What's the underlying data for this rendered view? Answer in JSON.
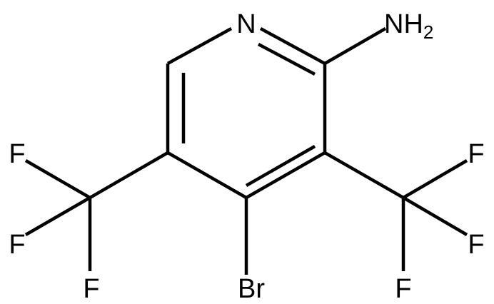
{
  "molecule": {
    "atoms": {
      "ring_nitrogen": "N",
      "amine": "NH",
      "amine_subscript": "2",
      "bromine": "Br",
      "fluorine_left_top": "F",
      "fluorine_left_middle": "F",
      "fluorine_left_bottom": "F",
      "fluorine_right_top": "F",
      "fluorine_right_middle": "F",
      "fluorine_right_bottom": "F"
    },
    "colors": {
      "ink": "#000000",
      "background": "#ffffff"
    }
  }
}
